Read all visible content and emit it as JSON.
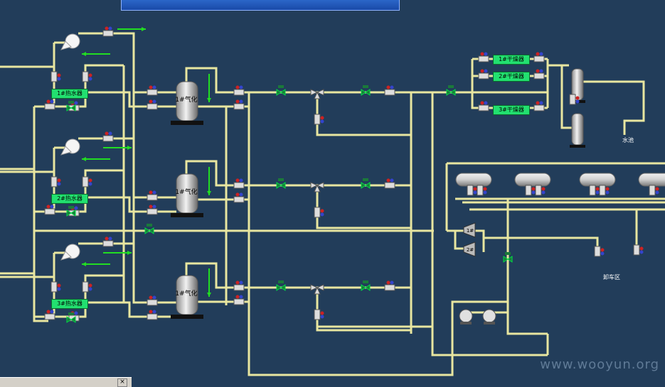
{
  "title": "",
  "heaters": [
    {
      "label": "1#热水器"
    },
    {
      "label": "2#热水器"
    },
    {
      "label": "3#热水器"
    }
  ],
  "vaporizers": [
    {
      "label": "1#气化"
    },
    {
      "label": "1#气化"
    },
    {
      "label": "1#气化"
    }
  ],
  "dryers": [
    {
      "label": "1#干燥器"
    },
    {
      "label": "2#干燥器"
    },
    {
      "label": "3#干燥器"
    }
  ],
  "compressors": [
    {
      "label": "1#"
    },
    {
      "label": "2#"
    }
  ],
  "areas": {
    "water_pool": "水池",
    "unloading_area": "卸车区"
  },
  "watermark": "www.wooyun.org",
  "popup": {
    "close": "×"
  },
  "colors": {
    "background": "#223d5a",
    "pipe": "#e8e6a0",
    "label_bg": "#22e070",
    "flow_arrow": "#22dd22",
    "valve_red": "#cc2222",
    "valve_blue": "#3344cc"
  }
}
